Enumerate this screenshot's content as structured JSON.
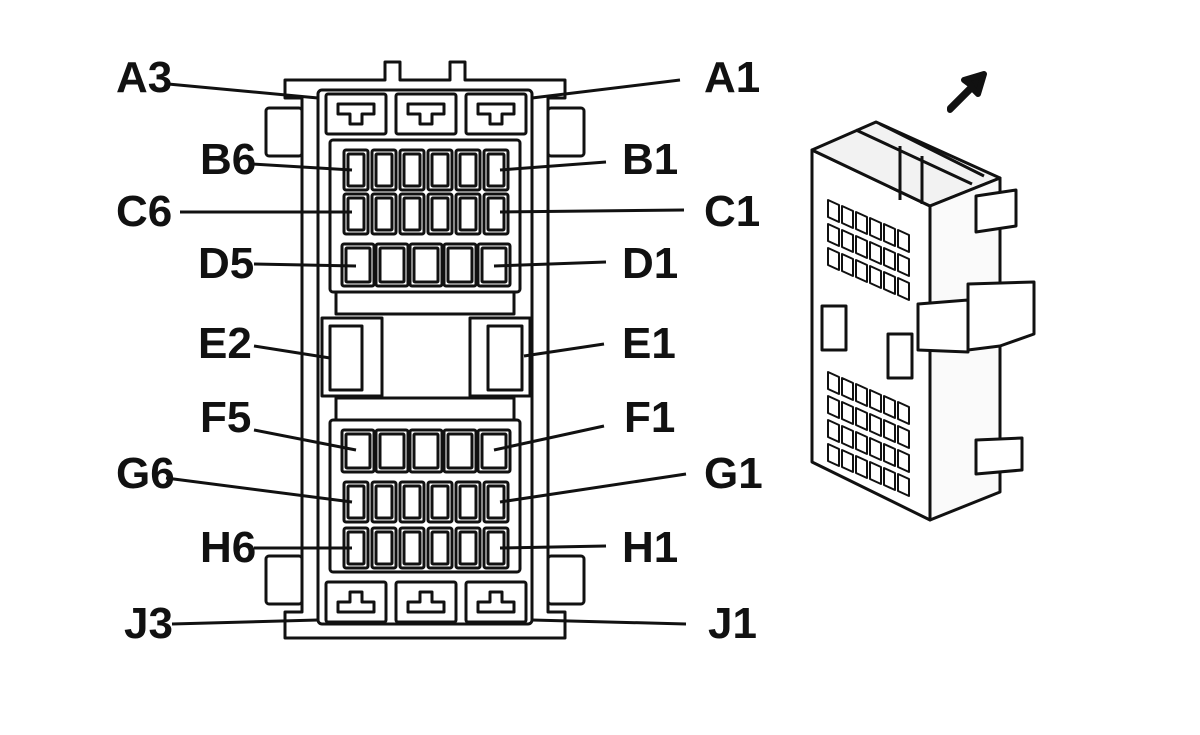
{
  "labels": {
    "A3": "A3",
    "A1": "A1",
    "B6": "B6",
    "B1": "B1",
    "C6": "C6",
    "C1": "C1",
    "D5": "D5",
    "D1": "D1",
    "E2": "E2",
    "E1": "E1",
    "F5": "F5",
    "F1": "F1",
    "G6": "G6",
    "G1": "G1",
    "H6": "H6",
    "H1": "H1",
    "J3": "J3",
    "J1": "J1"
  },
  "icons": {
    "direction": "arrow-up-right-icon"
  },
  "colors": {
    "line": "#111111",
    "fill": "#ffffff",
    "shade": "#e8e8e8"
  }
}
